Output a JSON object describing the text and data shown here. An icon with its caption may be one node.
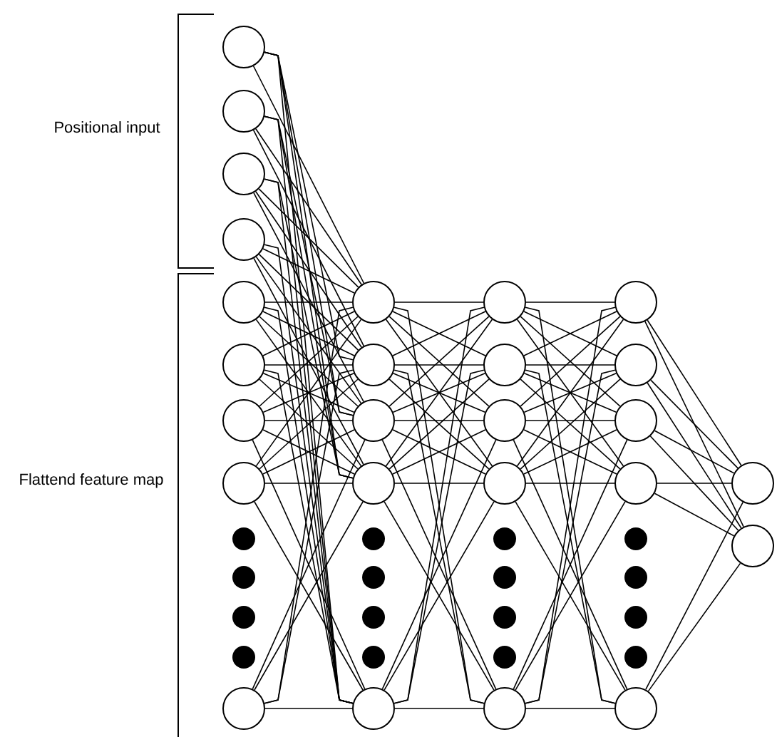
{
  "diagram": {
    "nodes": [
      {
        "text": [],
        "shape": "circle"
      },
      {
        "text": [],
        "shape": "circle"
      },
      {
        "text": [],
        "shape": "circle"
      },
      {
        "text": [],
        "shape": "circle"
      },
      {
        "text": [],
        "shape": "circle"
      },
      {
        "text": [],
        "shape": "circle"
      },
      {
        "text": [],
        "shape": "circle"
      },
      {
        "text": [],
        "shape": "circle"
      },
      {
        "text": [],
        "shape": "dot"
      },
      {
        "text": [],
        "shape": "dot"
      },
      {
        "text": [],
        "shape": "dot"
      },
      {
        "text": [],
        "shape": "dot"
      },
      {
        "text": [],
        "shape": "circle"
      },
      {
        "text": [],
        "shape": "circle"
      },
      {
        "text": [],
        "shape": "circle"
      },
      {
        "text": [],
        "shape": "circle"
      },
      {
        "text": [],
        "shape": "circle"
      },
      {
        "text": [],
        "shape": "dot"
      },
      {
        "text": [],
        "shape": "dot"
      },
      {
        "text": [],
        "shape": "dot"
      },
      {
        "text": [],
        "shape": "dot"
      },
      {
        "text": [],
        "shape": "circle"
      },
      {
        "text": [],
        "shape": "circle"
      },
      {
        "text": [],
        "shape": "circle"
      },
      {
        "text": [],
        "shape": "circle"
      },
      {
        "text": [],
        "shape": "circle"
      },
      {
        "text": [],
        "shape": "dot"
      },
      {
        "text": [],
        "shape": "dot"
      },
      {
        "text": [],
        "shape": "dot"
      },
      {
        "text": [],
        "shape": "dot"
      },
      {
        "text": [],
        "shape": "circle"
      },
      {
        "text": [],
        "shape": "circle"
      },
      {
        "text": [],
        "shape": "circle"
      },
      {
        "text": [],
        "shape": "circle"
      },
      {
        "text": [],
        "shape": "circle"
      },
      {
        "text": [],
        "shape": "dot"
      },
      {
        "text": [],
        "shape": "dot"
      },
      {
        "text": [],
        "shape": "dot"
      },
      {
        "text": [],
        "shape": "dot"
      },
      {
        "text": [],
        "shape": "circle"
      },
      {
        "text": [],
        "shape": "circle"
      },
      {
        "text": [],
        "shape": "circle"
      }
    ],
    "edges": [
      {
        "from": 0,
        "to": 13,
        "arrow": "none"
      },
      {
        "from": 0,
        "to": 14,
        "arrow": "none"
      },
      {
        "from": 0,
        "to": 15,
        "arrow": "none"
      },
      {
        "from": 0,
        "to": 16,
        "arrow": "none"
      },
      {
        "from": 0,
        "to": 21,
        "arrow": "none"
      },
      {
        "from": 1,
        "to": 13,
        "arrow": "none"
      },
      {
        "from": 1,
        "to": 14,
        "arrow": "none"
      },
      {
        "from": 1,
        "to": 15,
        "arrow": "none"
      },
      {
        "from": 1,
        "to": 16,
        "arrow": "none"
      },
      {
        "from": 1,
        "to": 21,
        "arrow": "none"
      },
      {
        "from": 2,
        "to": 13,
        "arrow": "none"
      },
      {
        "from": 2,
        "to": 14,
        "arrow": "none"
      },
      {
        "from": 2,
        "to": 15,
        "arrow": "none"
      },
      {
        "from": 2,
        "to": 16,
        "arrow": "none"
      },
      {
        "from": 2,
        "to": 21,
        "arrow": "none"
      },
      {
        "from": 3,
        "to": 13,
        "arrow": "none"
      },
      {
        "from": 3,
        "to": 14,
        "arrow": "none"
      },
      {
        "from": 3,
        "to": 15,
        "arrow": "none"
      },
      {
        "from": 3,
        "to": 16,
        "arrow": "none"
      },
      {
        "from": 3,
        "to": 21,
        "arrow": "none"
      },
      {
        "from": 4,
        "to": 13,
        "arrow": "none"
      },
      {
        "from": 4,
        "to": 14,
        "arrow": "none"
      },
      {
        "from": 4,
        "to": 15,
        "arrow": "none"
      },
      {
        "from": 4,
        "to": 16,
        "arrow": "none"
      },
      {
        "from": 4,
        "to": 21,
        "arrow": "none"
      },
      {
        "from": 5,
        "to": 13,
        "arrow": "none"
      },
      {
        "from": 5,
        "to": 14,
        "arrow": "none"
      },
      {
        "from": 5,
        "to": 15,
        "arrow": "none"
      },
      {
        "from": 5,
        "to": 16,
        "arrow": "none"
      },
      {
        "from": 5,
        "to": 21,
        "arrow": "none"
      },
      {
        "from": 6,
        "to": 13,
        "arrow": "none"
      },
      {
        "from": 6,
        "to": 14,
        "arrow": "none"
      },
      {
        "from": 6,
        "to": 15,
        "arrow": "none"
      },
      {
        "from": 6,
        "to": 16,
        "arrow": "none"
      },
      {
        "from": 6,
        "to": 21,
        "arrow": "none"
      },
      {
        "from": 7,
        "to": 13,
        "arrow": "none"
      },
      {
        "from": 7,
        "to": 14,
        "arrow": "none"
      },
      {
        "from": 7,
        "to": 15,
        "arrow": "none"
      },
      {
        "from": 7,
        "to": 16,
        "arrow": "none"
      },
      {
        "from": 7,
        "to": 21,
        "arrow": "none"
      },
      {
        "from": 12,
        "to": 13,
        "arrow": "none"
      },
      {
        "from": 12,
        "to": 14,
        "arrow": "none"
      },
      {
        "from": 12,
        "to": 15,
        "arrow": "none"
      },
      {
        "from": 12,
        "to": 16,
        "arrow": "none"
      },
      {
        "from": 12,
        "to": 21,
        "arrow": "none"
      },
      {
        "from": 13,
        "to": 22,
        "arrow": "none"
      },
      {
        "from": 13,
        "to": 23,
        "arrow": "none"
      },
      {
        "from": 13,
        "to": 24,
        "arrow": "none"
      },
      {
        "from": 13,
        "to": 25,
        "arrow": "none"
      },
      {
        "from": 13,
        "to": 30,
        "arrow": "none"
      },
      {
        "from": 14,
        "to": 22,
        "arrow": "none"
      },
      {
        "from": 14,
        "to": 23,
        "arrow": "none"
      },
      {
        "from": 14,
        "to": 24,
        "arrow": "none"
      },
      {
        "from": 14,
        "to": 25,
        "arrow": "none"
      },
      {
        "from": 14,
        "to": 30,
        "arrow": "none"
      },
      {
        "from": 15,
        "to": 22,
        "arrow": "none"
      },
      {
        "from": 15,
        "to": 23,
        "arrow": "none"
      },
      {
        "from": 15,
        "to": 24,
        "arrow": "none"
      },
      {
        "from": 15,
        "to": 25,
        "arrow": "none"
      },
      {
        "from": 15,
        "to": 30,
        "arrow": "none"
      },
      {
        "from": 16,
        "to": 22,
        "arrow": "none"
      },
      {
        "from": 16,
        "to": 23,
        "arrow": "none"
      },
      {
        "from": 16,
        "to": 24,
        "arrow": "none"
      },
      {
        "from": 16,
        "to": 25,
        "arrow": "none"
      },
      {
        "from": 16,
        "to": 30,
        "arrow": "none"
      },
      {
        "from": 21,
        "to": 22,
        "arrow": "none"
      },
      {
        "from": 21,
        "to": 23,
        "arrow": "none"
      },
      {
        "from": 21,
        "to": 24,
        "arrow": "none"
      },
      {
        "from": 21,
        "to": 25,
        "arrow": "none"
      },
      {
        "from": 21,
        "to": 30,
        "arrow": "none"
      },
      {
        "from": 22,
        "to": 31,
        "arrow": "none"
      },
      {
        "from": 22,
        "to": 32,
        "arrow": "none"
      },
      {
        "from": 22,
        "to": 33,
        "arrow": "none"
      },
      {
        "from": 22,
        "to": 34,
        "arrow": "none"
      },
      {
        "from": 22,
        "to": 39,
        "arrow": "none"
      },
      {
        "from": 23,
        "to": 31,
        "arrow": "none"
      },
      {
        "from": 23,
        "to": 32,
        "arrow": "none"
      },
      {
        "from": 23,
        "to": 33,
        "arrow": "none"
      },
      {
        "from": 23,
        "to": 34,
        "arrow": "none"
      },
      {
        "from": 23,
        "to": 39,
        "arrow": "none"
      },
      {
        "from": 24,
        "to": 31,
        "arrow": "none"
      },
      {
        "from": 24,
        "to": 32,
        "arrow": "none"
      },
      {
        "from": 24,
        "to": 33,
        "arrow": "none"
      },
      {
        "from": 24,
        "to": 34,
        "arrow": "none"
      },
      {
        "from": 24,
        "to": 39,
        "arrow": "none"
      },
      {
        "from": 25,
        "to": 31,
        "arrow": "none"
      },
      {
        "from": 25,
        "to": 32,
        "arrow": "none"
      },
      {
        "from": 25,
        "to": 33,
        "arrow": "none"
      },
      {
        "from": 25,
        "to": 34,
        "arrow": "none"
      },
      {
        "from": 25,
        "to": 39,
        "arrow": "none"
      },
      {
        "from": 30,
        "to": 31,
        "arrow": "none"
      },
      {
        "from": 30,
        "to": 32,
        "arrow": "none"
      },
      {
        "from": 30,
        "to": 33,
        "arrow": "none"
      },
      {
        "from": 30,
        "to": 34,
        "arrow": "none"
      },
      {
        "from": 30,
        "to": 39,
        "arrow": "none"
      },
      {
        "from": 31,
        "to": 40,
        "arrow": "none"
      },
      {
        "from": 31,
        "to": 41,
        "arrow": "none"
      },
      {
        "from": 32,
        "to": 40,
        "arrow": "none"
      },
      {
        "from": 32,
        "to": 41,
        "arrow": "none"
      },
      {
        "from": 33,
        "to": 40,
        "arrow": "none"
      },
      {
        "from": 33,
        "to": 41,
        "arrow": "none"
      },
      {
        "from": 34,
        "to": 40,
        "arrow": "none"
      },
      {
        "from": 34,
        "to": 41,
        "arrow": "none"
      },
      {
        "from": 39,
        "to": 40,
        "arrow": "none"
      },
      {
        "from": 39,
        "to": 41,
        "arrow": "none"
      }
    ],
    "labels": [
      "Positional input",
      "Flattend feature map"
    ]
  }
}
